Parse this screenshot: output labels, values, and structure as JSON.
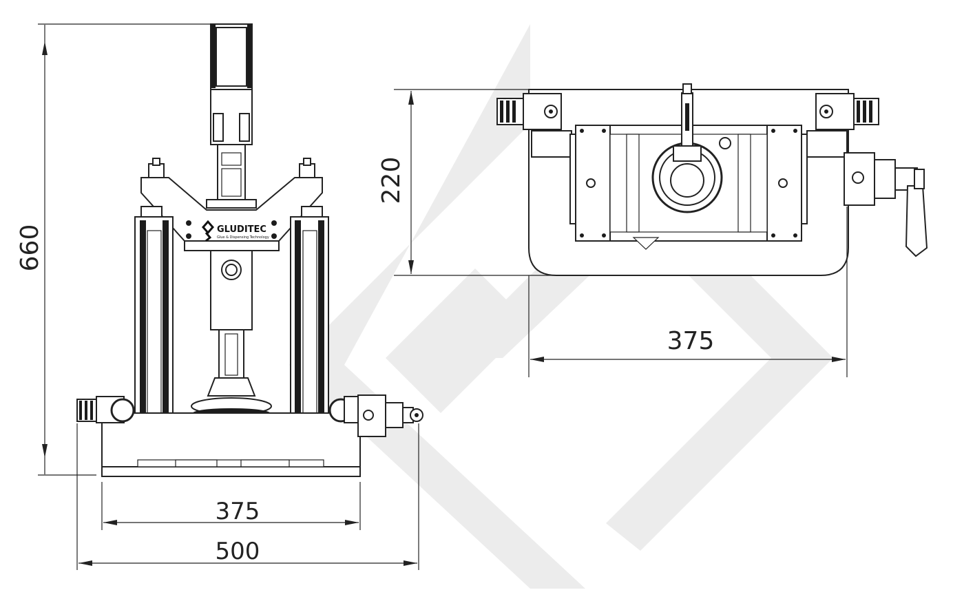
{
  "dimensions": {
    "front_height": "660",
    "front_inner_width": "375",
    "front_total_width": "500",
    "top_height": "220",
    "top_width": "375"
  },
  "logo": {
    "name": "GLUDITEC",
    "tagline": "Glue & Dispensing Technology"
  },
  "colors": {
    "line": "#222222",
    "watermark": "#ebebeb"
  }
}
